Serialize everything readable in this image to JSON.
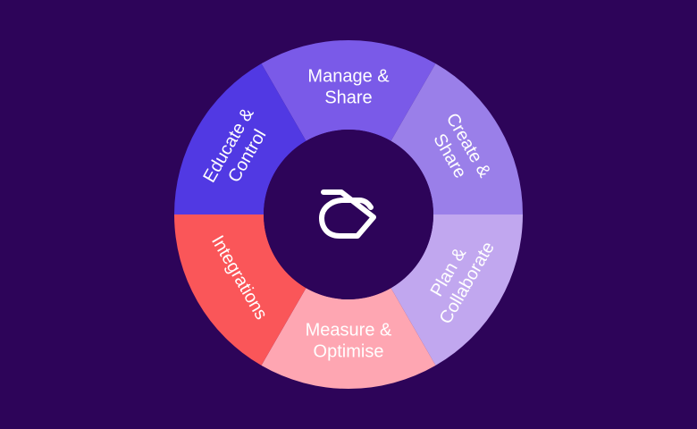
{
  "colors": {
    "background": "#2d0459",
    "hub": "#2d0459",
    "logo_stroke": "#ffffff"
  },
  "center": {
    "logo_icon": "two-leaf-logo-icon"
  },
  "segments": [
    {
      "id": "manage-share",
      "lines": [
        "Manage &",
        "Share"
      ],
      "color": "#7a5ae8"
    },
    {
      "id": "create-share",
      "lines": [
        "Create &",
        "Share"
      ],
      "color": "#9a7fe9"
    },
    {
      "id": "plan-collaborate",
      "lines": [
        "Plan &",
        "Collaborate"
      ],
      "color": "#c1a7ef"
    },
    {
      "id": "measure-optimise",
      "lines": [
        "Measure &",
        "Optimise"
      ],
      "color": "#fea6b2"
    },
    {
      "id": "integrations",
      "lines": [
        "Integrations"
      ],
      "color": "#fa5659"
    },
    {
      "id": "educate-control",
      "lines": [
        "Educate &",
        "Control"
      ],
      "color": "#5139e3"
    }
  ]
}
